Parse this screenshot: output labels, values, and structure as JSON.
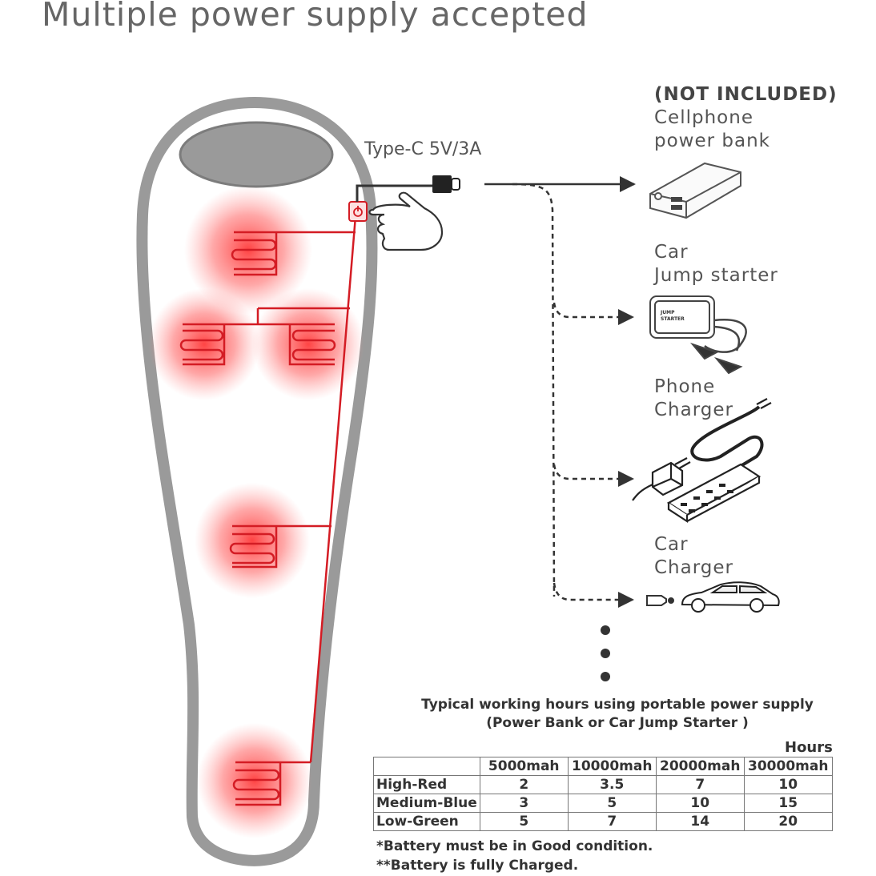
{
  "title": "Multiple power supply accepted",
  "connector_label": "Type-C 5V/3A",
  "not_included": "(NOT INCLUDED)",
  "devices": [
    {
      "line1": "Cellphone",
      "line2": "power bank",
      "icon": "power-bank-icon"
    },
    {
      "line1": "Car",
      "line2": "Jump starter",
      "icon": "jump-starter-icon",
      "device_text_1": "JUMP",
      "device_text_2": "STARTER"
    },
    {
      "line1": "Phone",
      "line2": "Charger",
      "icon": "phone-charger-icon"
    },
    {
      "line1": "Car",
      "line2": "Charger",
      "icon": "car-charger-icon"
    }
  ],
  "heat_color": "#e8202a",
  "table": {
    "title_line1": "Typical working hours using portable power supply",
    "title_line2": "(Power Bank or Car Jump Starter )",
    "unit": "Hours",
    "columns": [
      "5000mah",
      "10000mah",
      "20000mah",
      "30000mah"
    ],
    "rows": [
      {
        "label": "High-Red",
        "values": [
          "2",
          "3.5",
          "7",
          "10"
        ]
      },
      {
        "label": "Medium-Blue",
        "values": [
          "3",
          "5",
          "10",
          "15"
        ]
      },
      {
        "label": "Low-Green",
        "values": [
          "5",
          "7",
          "14",
          "20"
        ]
      }
    ]
  },
  "notes": [
    "*Battery must be in Good condition.",
    "**Battery is fully Charged."
  ]
}
